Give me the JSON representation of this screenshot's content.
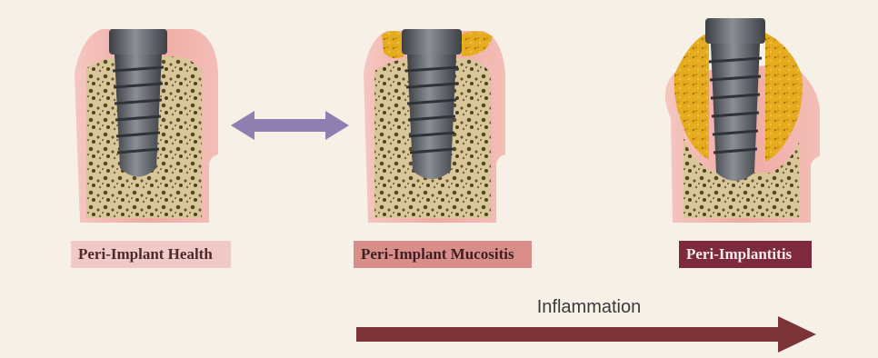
{
  "stages": [
    {
      "label": "Peri-Implant Health"
    },
    {
      "label": "Peri-Implant Mucositis"
    },
    {
      "label": "Peri-Implantitis"
    }
  ],
  "progression_label": "Inflammation",
  "colors": {
    "background": "#f6f0e6",
    "gingiva": "#f2b3ac",
    "bone": "#d9c79a",
    "implant": "#595e63",
    "inflammation": "#e0a81c",
    "double_arrow": "#8e7fb0",
    "progression_arrow": "#7a3336"
  },
  "icons": [
    "double-headed-arrow",
    "right-arrow"
  ]
}
